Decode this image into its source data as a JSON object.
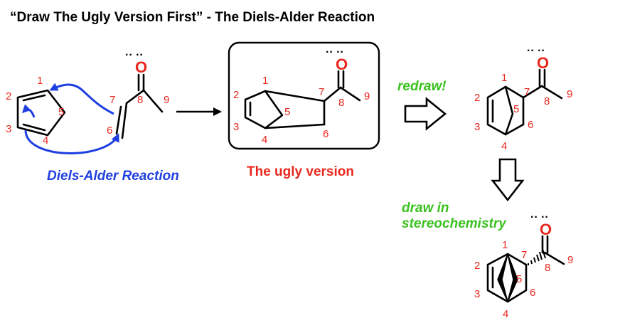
{
  "title": "“Draw The Ugly Version First” - The Diels-Alder Reaction",
  "reaction_label": "Diels-Alder Reaction",
  "ugly_label": "The ugly version",
  "redraw_label": "redraw!",
  "stereo_label_line1": "draw in",
  "stereo_label_line2": "stereochemistry",
  "oxygen": "O",
  "lone_pairs": "·· ··",
  "atom_numbers": [
    "1",
    "2",
    "3",
    "4",
    "5",
    "6",
    "7",
    "8",
    "9"
  ],
  "colors": {
    "red": "#e8281e",
    "blue": "#1f3fe0",
    "green": "#3ac21e",
    "black": "#000000"
  }
}
